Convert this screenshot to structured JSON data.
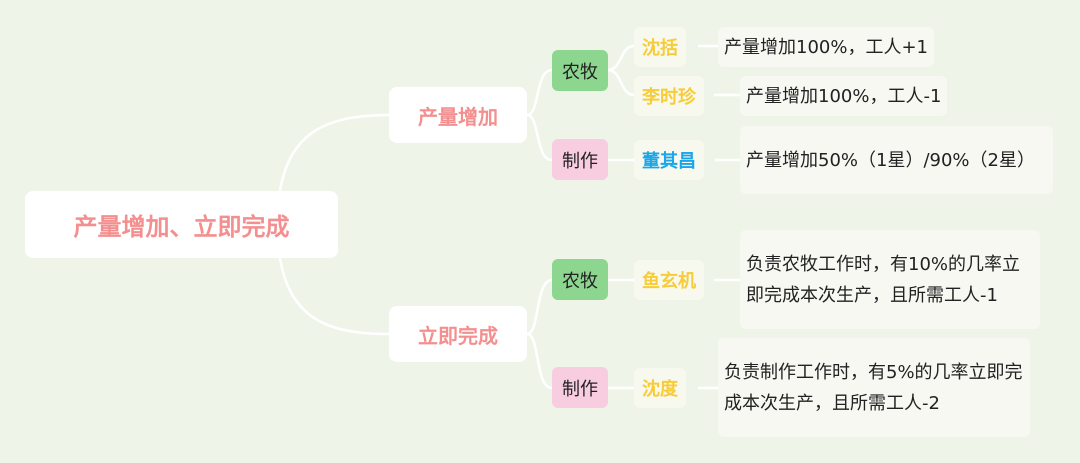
{
  "root": "产量增加、立即完成",
  "branches": [
    {
      "label": "产量增加",
      "children": [
        {
          "category": "农牧",
          "people": [
            {
              "name": "沈括",
              "desc": "产量增加100%，工人+1"
            },
            {
              "name": "李时珍",
              "desc": "产量增加100%，工人-1"
            }
          ]
        },
        {
          "category": "制作",
          "people": [
            {
              "name": "董其昌",
              "desc": "产量增加50%（1星）/90%（2星）"
            }
          ]
        }
      ]
    },
    {
      "label": "立即完成",
      "children": [
        {
          "category": "农牧",
          "people": [
            {
              "name": "鱼玄机",
              "desc": "负责农牧工作时，有10%的几率立即完成本次生产，且所需工人-1"
            }
          ]
        },
        {
          "category": "制作",
          "people": [
            {
              "name": "沈度",
              "desc": "负责制作工作时，有5%的几率立即完成本次生产，且所需工人-2"
            }
          ]
        }
      ]
    }
  ],
  "colors": {
    "background": "#eef5e8",
    "root_text": "#f48f8f",
    "farming": "#8dd68f",
    "crafting": "#f8cde0",
    "name_yellow": "#f7cc38",
    "name_blue": "#1ba6ea"
  }
}
